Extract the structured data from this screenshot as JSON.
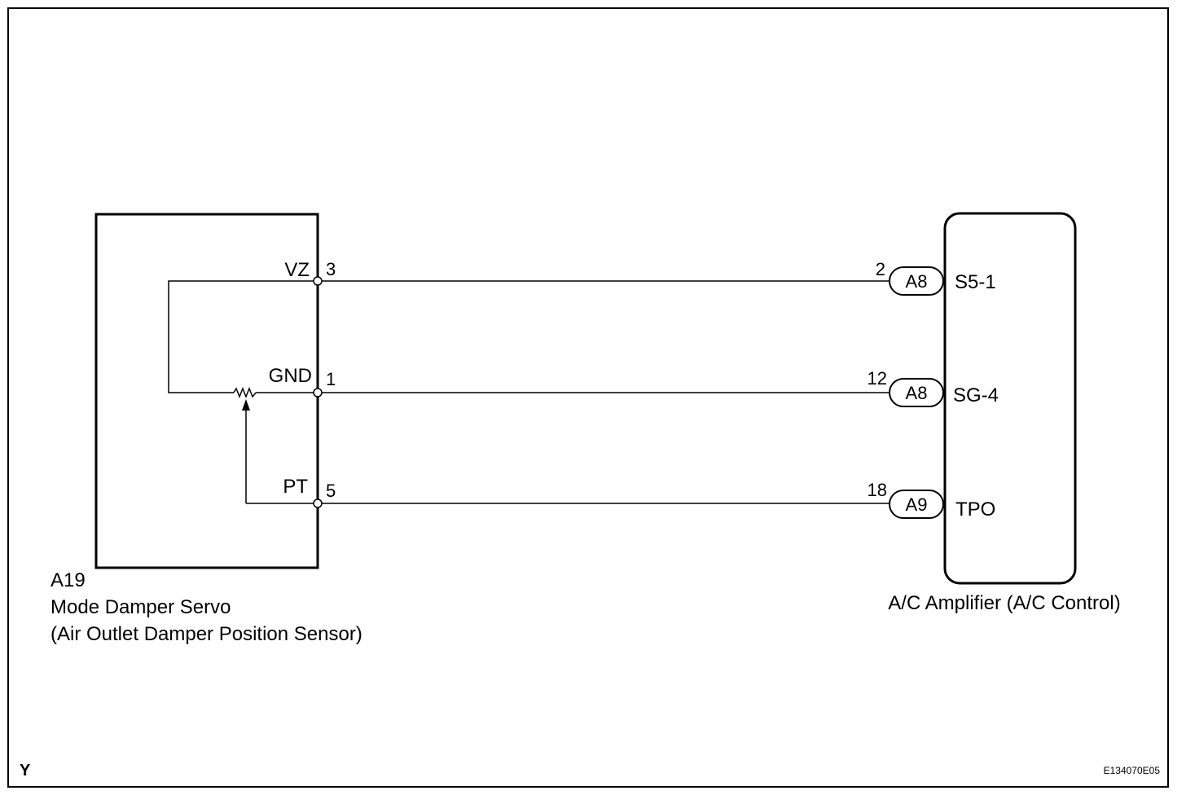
{
  "servo": {
    "connector": "A19",
    "name": "Mode Damper Servo",
    "subtitle": "(Air Outlet Damper Position Sensor)"
  },
  "amplifier": {
    "name": "A/C Amplifier (A/C Control)"
  },
  "circuits": [
    {
      "servo_signal": "VZ",
      "servo_pin": "3",
      "amp_pin": "2",
      "amp_connector": "A8",
      "amp_signal": "S5-1"
    },
    {
      "servo_signal": "GND",
      "servo_pin": "1",
      "amp_pin": "12",
      "amp_connector": "A8",
      "amp_signal": "SG-4"
    },
    {
      "servo_signal": "PT",
      "servo_pin": "5",
      "amp_pin": "18",
      "amp_connector": "A9",
      "amp_signal": "TPO"
    }
  ],
  "footer": {
    "left_mark": "Y",
    "code": "E134070E05"
  }
}
